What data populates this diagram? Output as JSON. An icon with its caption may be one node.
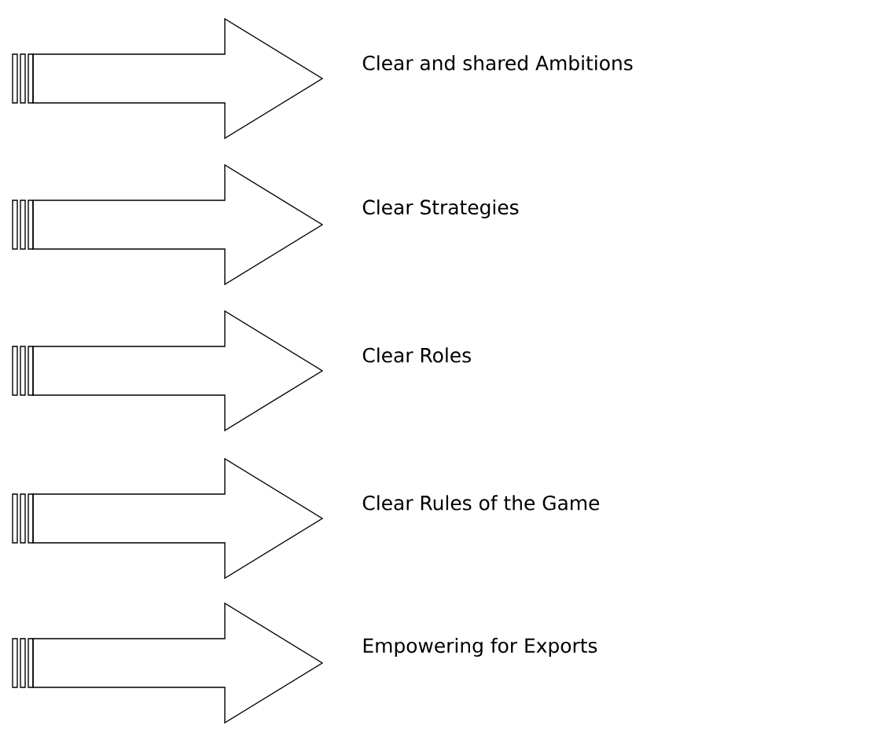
{
  "diagram": {
    "nodes": [
      {
        "text": [
          "Clear and shared Ambitions"
        ]
      },
      {
        "text": [
          "Clear Strategies"
        ]
      },
      {
        "text": [
          "Clear Roles"
        ]
      },
      {
        "text": [
          "Clear Rules of the Game"
        ]
      },
      {
        "text": [
          "Empowering for Exports"
        ]
      }
    ],
    "edges": [
      {
        "from": null,
        "to": 0,
        "arrow": "to"
      },
      {
        "from": null,
        "to": 1,
        "arrow": "to"
      },
      {
        "from": null,
        "to": 2,
        "arrow": "to"
      },
      {
        "from": null,
        "to": 3,
        "arrow": "to"
      },
      {
        "from": null,
        "to": 4,
        "arrow": "to"
      }
    ]
  }
}
